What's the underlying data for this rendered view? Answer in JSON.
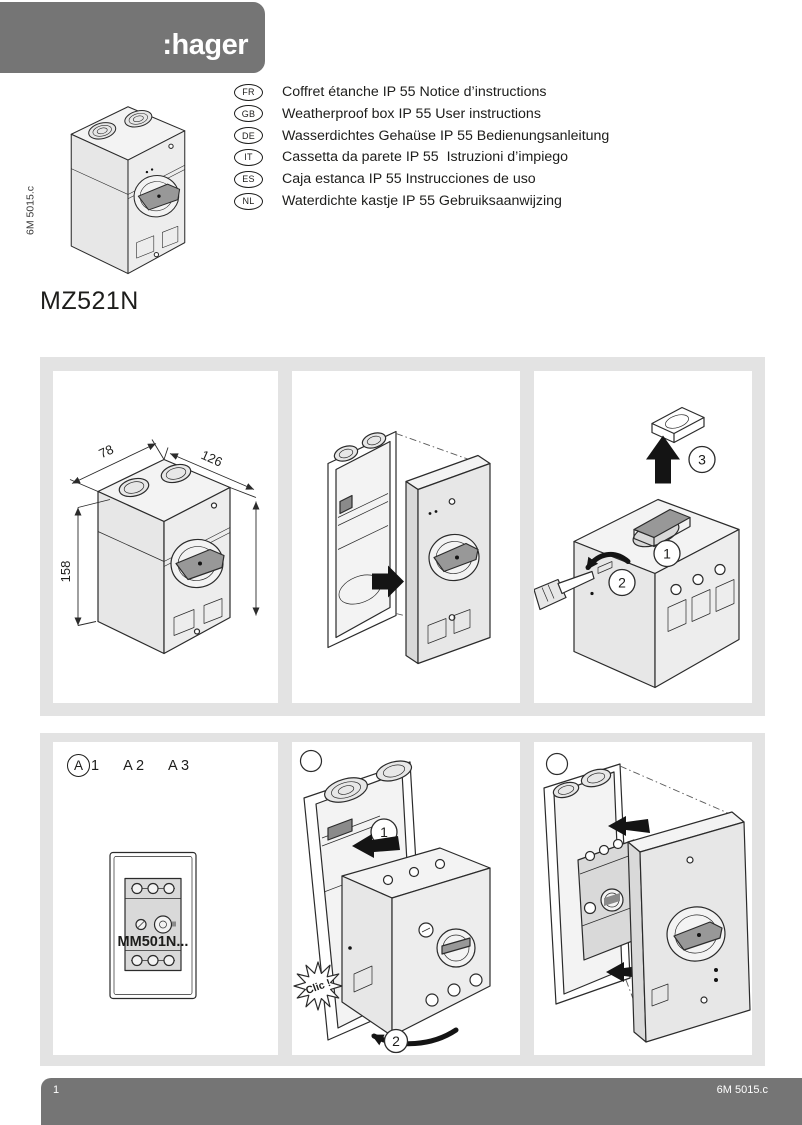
{
  "header": {
    "brand": ":hager",
    "side_ref": "6M 5015.c",
    "product_code": "MZ521N"
  },
  "languages": [
    {
      "code": "FR",
      "text": "Coffret étanche IP 55 Notice d’instructions"
    },
    {
      "code": "GB",
      "text": "Weatherproof box IP 55 User instructions"
    },
    {
      "code": "DE",
      "text": "Wasserdichtes Gehaüse IP 55 Bedienungsanleitung"
    },
    {
      "code": "IT",
      "text": "Cassetta da parete IP 55  Istruzioni d’impiego"
    },
    {
      "code": "ES",
      "text": "Caja estanca IP 55 Instrucciones de uso"
    },
    {
      "code": "NL",
      "text": "Waterdichte kastje IP 55 Gebruiksaanwijzing"
    }
  ],
  "panel_top": {
    "fig_dimensions": {
      "dim_width": "78",
      "dim_depth": "126",
      "dim_height": "158"
    },
    "fig_handle_removal": {
      "step1": "1",
      "step2": "2",
      "step3": "3"
    }
  },
  "panel_bottom": {
    "fig_accessory": {
      "marker_letter": "A",
      "item1": "1",
      "item2": "A 2",
      "item3": "A 3",
      "ref": "MM501N..."
    },
    "fig_insert_breaker": {
      "step1": "1",
      "step2": "2",
      "clic": "Clic !"
    }
  },
  "footer": {
    "page_number": "1",
    "doc_ref": "6M 5015.c"
  },
  "colors": {
    "banner_gray": "#757575",
    "panel_gray": "#e3e3e3",
    "ink": "#1d1d1b"
  }
}
